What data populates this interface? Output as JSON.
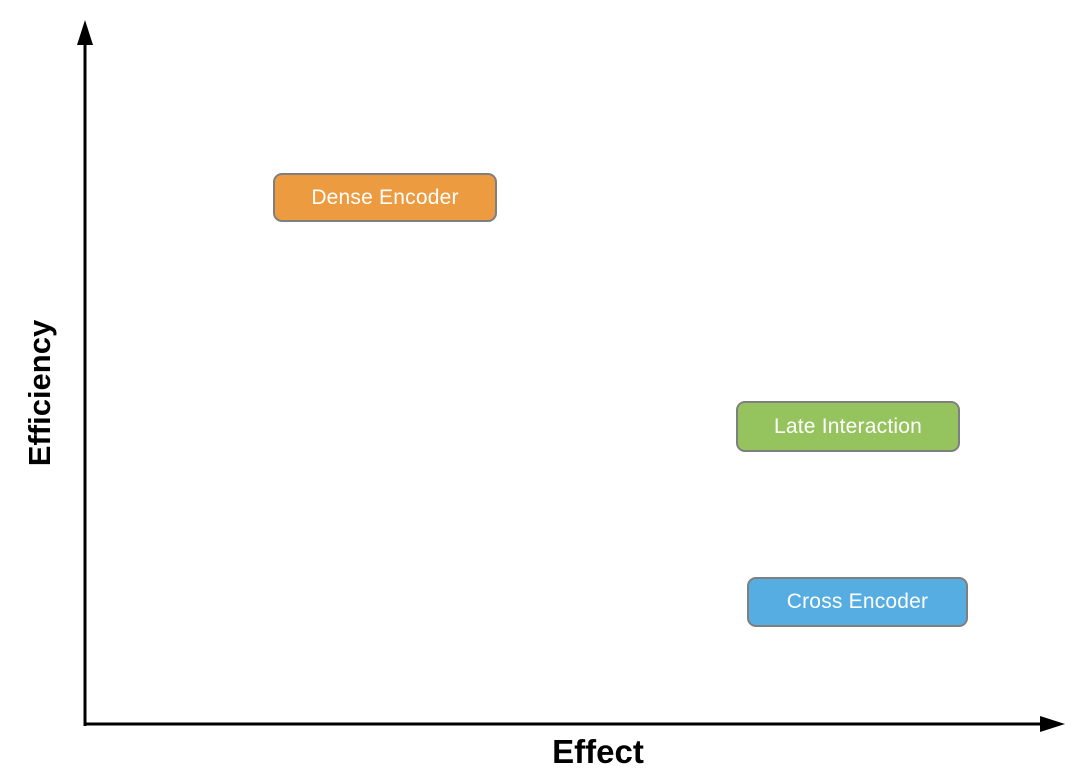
{
  "diagram": {
    "background": "#ffffff",
    "axes": {
      "color": "#000000",
      "x_label": "Effect",
      "y_label": "Efficiency"
    },
    "nodes": [
      {
        "label": "Dense Encoder",
        "fill": "#ED9B40",
        "border": "#7F7F7F",
        "text_color": "#FFFFFF",
        "effect": "low",
        "efficiency": "high"
      },
      {
        "label": "Late Interaction",
        "fill": "#95C45F",
        "border": "#7F7F7F",
        "text_color": "#FFFFFF",
        "effect": "high",
        "efficiency": "medium"
      },
      {
        "label": "Cross Encoder",
        "fill": "#55ADE2",
        "border": "#7F7F7F",
        "text_color": "#FFFFFF",
        "effect": "high",
        "efficiency": "low"
      }
    ]
  },
  "chart_data": {
    "type": "scatter",
    "title": "",
    "xlabel": "Effect",
    "ylabel": "Efficiency",
    "xlim": [
      0,
      1
    ],
    "ylim": [
      0,
      1
    ],
    "grid": false,
    "points": [
      {
        "label": "Dense Encoder",
        "x": 0.31,
        "y": 0.75,
        "color": "#ED9B40"
      },
      {
        "label": "Late Interaction",
        "x": 0.78,
        "y": 0.43,
        "color": "#95C45F"
      },
      {
        "label": "Cross Encoder",
        "x": 0.79,
        "y": 0.17,
        "color": "#55ADE2"
      }
    ]
  }
}
